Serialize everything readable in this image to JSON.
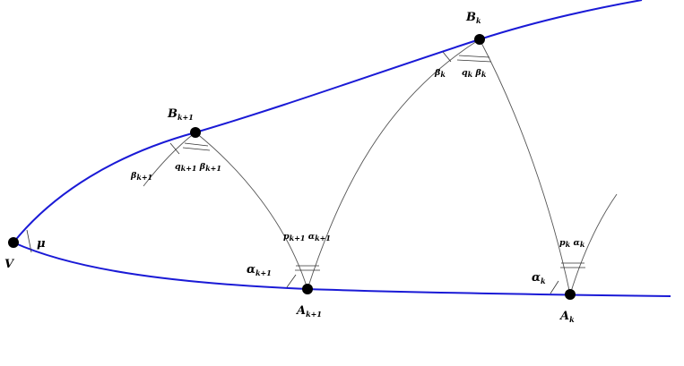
{
  "points": {
    "V": "V",
    "B_k": "B",
    "B_k_sub": "k",
    "B_k1": "B",
    "B_k1_sub": "k+1",
    "A_k": "A",
    "A_k_sub": "k",
    "A_k1": "A",
    "A_k1_sub": "k+1"
  },
  "angles": {
    "mu": "μ",
    "beta_k": "β",
    "beta_k_sub": "k",
    "q_k": "q",
    "q_k_sub": "k",
    "qbeta_k": "β",
    "qbeta_k_sub": "k",
    "beta_k1": "β",
    "beta_k1_sub": "k+1",
    "q_k1": "q",
    "q_k1_sub": "k+1",
    "qbeta_k1": "β",
    "qbeta_k1_sub": "k+1",
    "p_k1": "p",
    "p_k1_sub": "k+1",
    "palpha_k1": "α",
    "palpha_k1_sub": "k+1",
    "alpha_k1": "α",
    "alpha_k1_sub": "k+1",
    "p_k": "p",
    "p_k_sub": "k",
    "palpha_k": "α",
    "palpha_k_sub": "k",
    "alpha_k": "α",
    "alpha_k_sub": "k"
  },
  "colors": {
    "boundary": "#1a1ad6",
    "arcs": "#555555",
    "points": "#000000"
  }
}
